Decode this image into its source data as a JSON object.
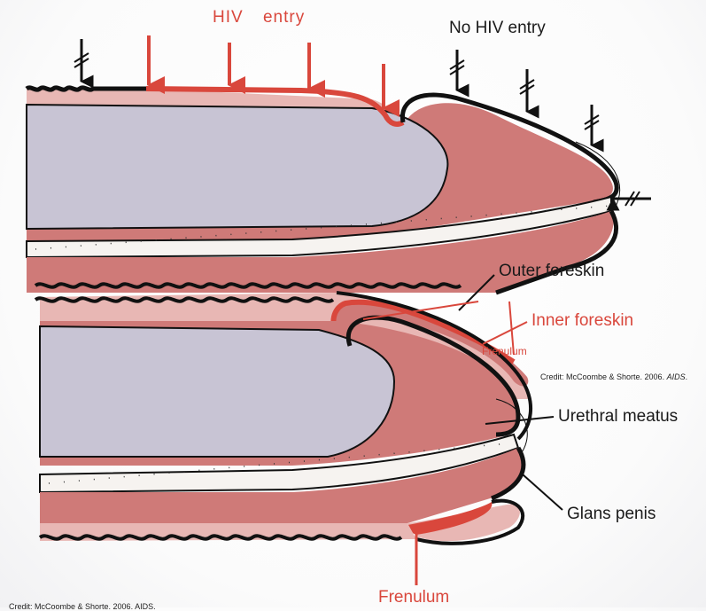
{
  "labels": {
    "hiv_entry_word1": "HIV",
    "hiv_entry_word2": "entry",
    "no_hiv_entry": "No HIV entry",
    "outer_foreskin": "Outer foreskin",
    "inner_foreskin": "Inner foreskin",
    "frenulum_small": "Frenulum",
    "credit": "Credit: McCoombe & Shorte. 2006. ",
    "credit_journal": "AIDS",
    "credit_end": ".",
    "urethral_meatus": "Urethral meatus",
    "glans_penis": "Glans penis",
    "frenulum": "Frenulum",
    "credit_bottom": "Credit: McCoombe & Shorte. 2006. AIDS."
  },
  "colors": {
    "mucosa_red": "#d9473c",
    "tissue_pink": "#cf7a78",
    "light_pink": "#e8b7b4",
    "core_lavender": "#c8c4d4",
    "outline": "#111111",
    "urethra_fill": "#f6f3f0"
  }
}
